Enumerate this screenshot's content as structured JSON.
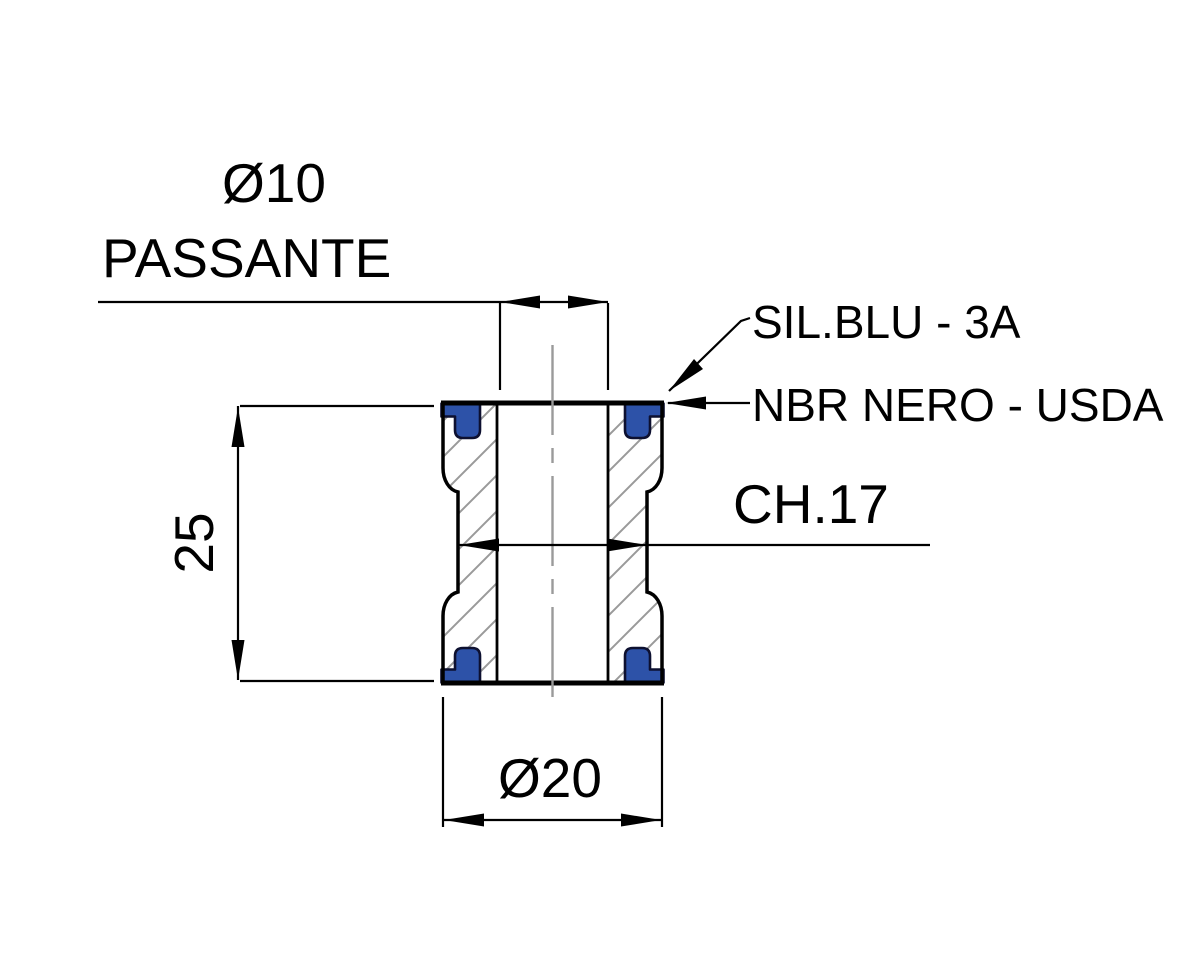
{
  "drawing": {
    "dimensions": {
      "bore_diameter": {
        "label": "Ø10",
        "note": "PASSANTE",
        "value_mm": 10
      },
      "outer_diameter": {
        "label": "Ø20",
        "value_mm": 20
      },
      "height": {
        "label": "25",
        "value_mm": 25
      },
      "hex_across_flats": {
        "label": "CH.17",
        "value_mm": 17
      }
    },
    "materials": {
      "top_seal": "SIL.BLU - 3A",
      "bottom_seal": "NBR NERO - USDA"
    },
    "colors": {
      "seal_blue": "#2d52a8",
      "line_black": "#000000",
      "hatch_gray": "#9a9a9a",
      "centerline_gray": "#9a9a9a",
      "background": "#ffffff"
    }
  }
}
